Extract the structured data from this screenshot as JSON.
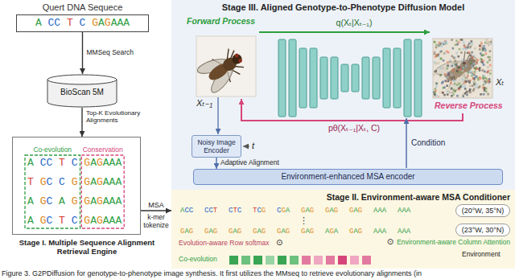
{
  "diagram": {
    "caption": "Figure 3. G2PDiffusion for genotype-to-phenotype image synthesis. It first utilizes the MMseq to retrieve evolutionary alignments (in",
    "nodes": [
      {
        "text": [
          "Quert DNA Sequece",
          "A CC T C GAGAAA"
        ]
      },
      {
        "text": [
          "BioScan 5M"
        ]
      },
      {
        "text": [
          "A CC T C GAGAAA",
          "T GC C G GAGAAA",
          "A GC A G GAGAAA",
          "A GC T C GAGAAA"
        ]
      },
      {
        "text": [
          "Stage III. Aligned Genotype-to-Phenotype Diffusion Model"
        ]
      },
      {
        "text": [
          "Noisy Image Encoder"
        ],
        "in": 3
      },
      {
        "text": [
          "Environment-enhanced MSA encoder"
        ],
        "in": 3
      },
      {
        "text": [
          "Stage II. Environment-aware MSA Conditioner"
        ]
      },
      {
        "text": [
          "(20°W, 35°N)"
        ],
        "in": 6
      },
      {
        "text": [
          "(23°W, 30°N)"
        ],
        "in": 6
      }
    ],
    "edges": [
      {
        "from": 0,
        "to": 1,
        "arrow": "to",
        "label": "MMSeq Search"
      },
      {
        "from": 1,
        "to": 2,
        "arrow": "to",
        "label": "Top-K Evolutionary Alignments"
      },
      {
        "from": 2,
        "to": 6,
        "arrow": "to",
        "label": "MSA"
      },
      {
        "from": 4,
        "to": 5,
        "arrow": "to",
        "label": "Adaptive Alignment"
      }
    ],
    "labels": [
      "Stage I. Multiple Sequence Alignment Retrieval Engine",
      "Co-evolution",
      "Conservation",
      "k-mer tokenize",
      "Forward Process",
      "q(Xₜ|Xₜ₋₁)",
      "Xₜ₋₁",
      "Xₜ",
      "Reverse Process",
      "pθ(Xₜ₋₁|Xₜ, C)",
      "t",
      "Condition",
      "ACC",
      "CCT",
      "CTC",
      "TCG",
      "CGA",
      "GAG",
      "GAG",
      "GAG",
      "AAA",
      "AAA",
      "⋮",
      "GAG",
      "GAG",
      "GAG",
      "GAG",
      "GAG",
      "GAG",
      "AGA",
      "GAG",
      "AAA",
      "AAA",
      "⊙",
      "Environment-aware Column Attention",
      "Evolution-aware Row softmax",
      "⊙",
      "Environment",
      "Co-evolution"
    ]
  }
}
